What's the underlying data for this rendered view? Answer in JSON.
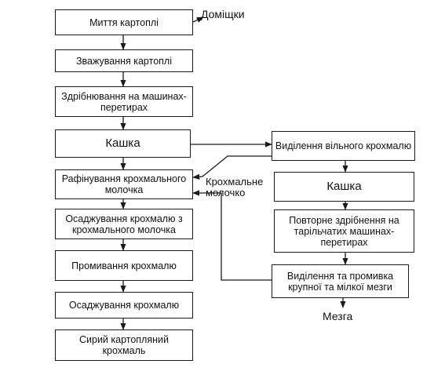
{
  "diagram": {
    "steps_left": [
      "Миття картоплі",
      "Зважування картоплі",
      "Здрібнювання на машинах-перетирах",
      "Кашка",
      "Рафінування крохмального молочка",
      "Осаджування крохмалю з крохмального молочка",
      "Промивання крохмалю",
      "Осаджування крохмалю",
      "Сирий картопляний крохмаль"
    ],
    "steps_right": [
      "Виділення вільного крохмалю",
      "Кашка",
      "Повторне здрібнення на тарільчатих машинах-перетирах",
      "Виділення та промивка крупної та мілкої мезги"
    ],
    "labels": {
      "impurities": "Доміщки",
      "starch_milk": "Крохмальне молочко",
      "pulp": "Мезга"
    }
  }
}
